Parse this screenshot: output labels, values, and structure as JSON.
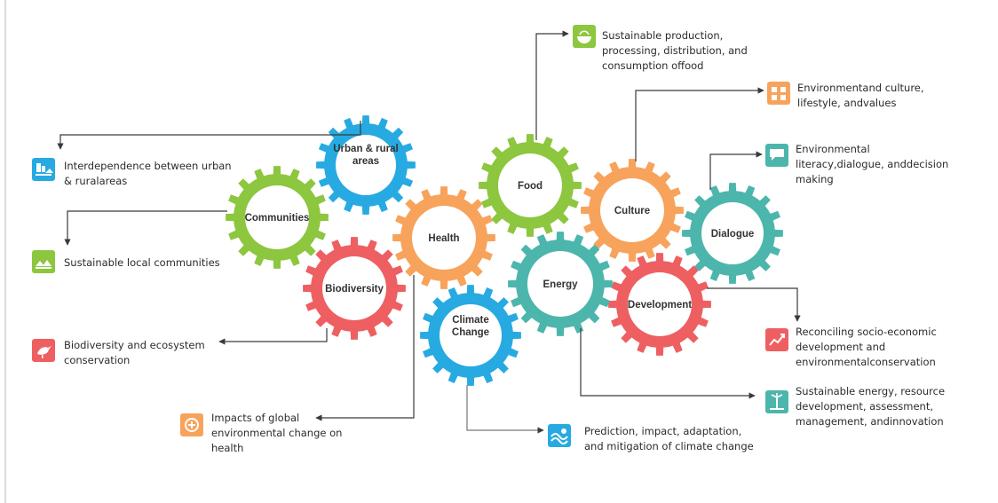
{
  "gears": {
    "urban": "Urban & rural areas",
    "communities": "Communities",
    "health": "Health",
    "food": "Food",
    "culture": "Culture",
    "dialogue": "Dialogue",
    "biodiversity": "Biodiversity",
    "energy": "Energy",
    "development": "Development",
    "climate": "Climate Change"
  },
  "captions": {
    "food": "Sustainable production, processing, distribution, and consumption offood",
    "culture": "Environmentand culture, lifestyle, andvalues",
    "dialogue": "Environmental literacy,dialogue, anddecision making",
    "urban": "Interdependence between urban & ruralareas",
    "communities": "Sustainable local communities",
    "biodiversity": "Biodiversity and ecosystem conservation",
    "development": "Reconciling socio-economic development and environmentalconservation",
    "energy": "Sustainable energy, resource development, assessment, management, andinnovation",
    "health": "Impacts of global environmental change on health",
    "climate": "Prediction, impact, adaptation, and mitigation of climate change"
  },
  "colors": {
    "green": "#8dc63f",
    "blue": "#27aae1",
    "orange": "#f7a35c",
    "teal": "#4db6ac",
    "red": "#ee5f62",
    "line": "#3a3a3a"
  },
  "icons": {
    "food": "food-bowl-icon",
    "culture": "culture-icon",
    "dialogue": "dialogue-icon",
    "urban": "urban-rural-icon",
    "communities": "community-icon",
    "biodiversity": "bird-icon",
    "development": "development-icon",
    "energy": "energy-icon",
    "health": "health-icon",
    "climate": "climate-icon"
  }
}
